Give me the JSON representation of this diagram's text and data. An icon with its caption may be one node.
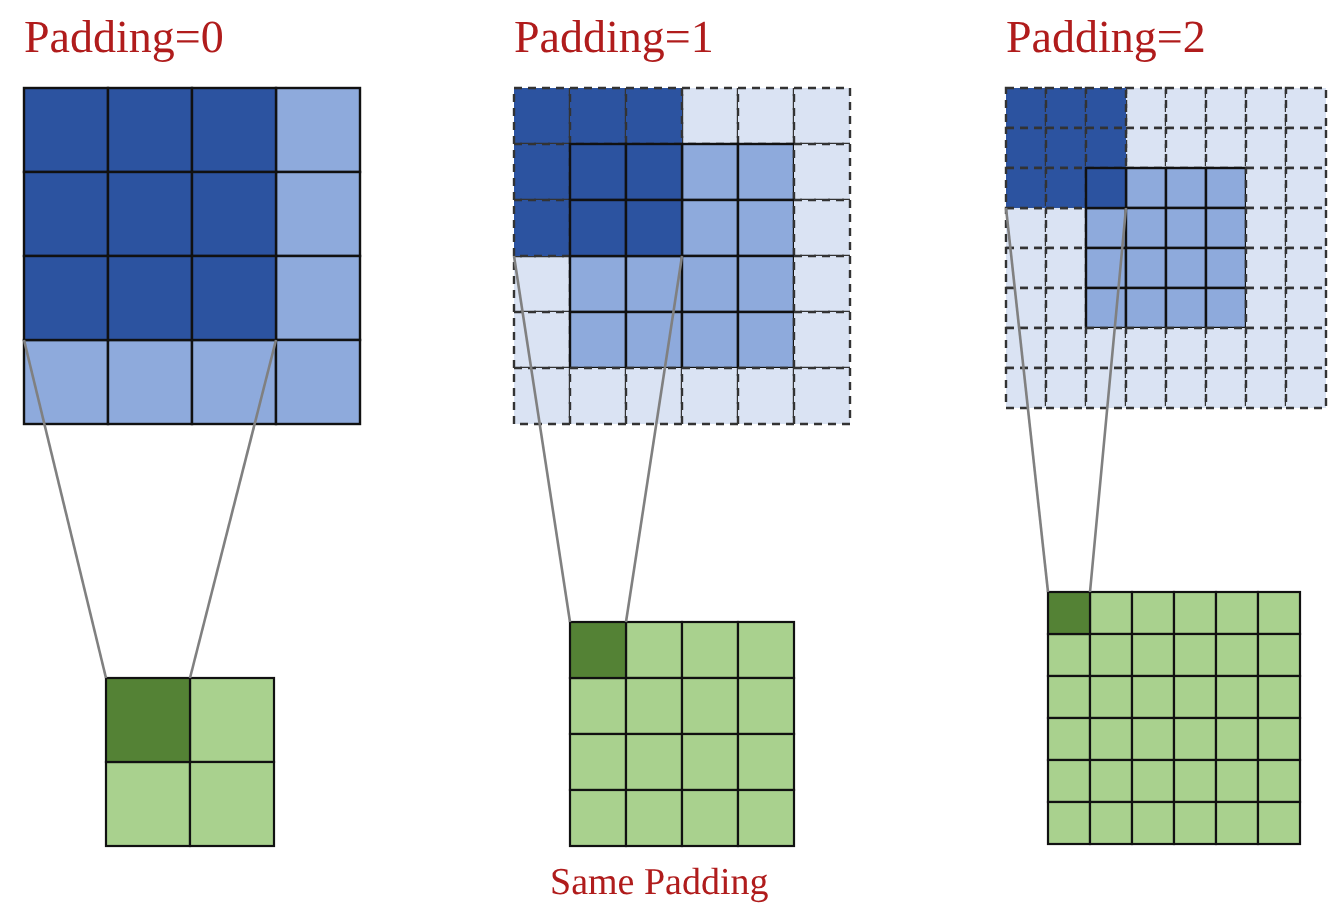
{
  "diagram": {
    "nodes": [
      {
        "text": [],
        "shape": "box",
        "beside": [
          "Padding=0"
        ]
      },
      {
        "text": [],
        "shape": "box",
        "in": 0
      },
      {
        "text": [],
        "shape": "box"
      },
      {
        "text": [],
        "shape": "box",
        "in": 2
      },
      {
        "text": [],
        "shape": "box",
        "beside": [
          "Padding=1"
        ]
      },
      {
        "text": [],
        "shape": "box",
        "in": 4
      },
      {
        "text": [],
        "shape": "box"
      },
      {
        "text": [],
        "shape": "box",
        "in": 6
      },
      {
        "text": [],
        "shape": "box",
        "beside": [
          "Padding=2"
        ]
      },
      {
        "text": [],
        "shape": "box",
        "in": 8
      },
      {
        "text": [],
        "shape": "box"
      },
      {
        "text": [],
        "shape": "box",
        "in": 10
      }
    ],
    "edges": [
      {
        "from": 1,
        "to": 3,
        "arrow": "none"
      },
      {
        "from": 1,
        "to": 3,
        "arrow": "none"
      },
      {
        "from": 5,
        "to": 7,
        "arrow": "none"
      },
      {
        "from": 5,
        "to": 7,
        "arrow": "none"
      },
      {
        "from": 9,
        "to": 11,
        "arrow": "none"
      },
      {
        "from": 9,
        "to": 11,
        "arrow": "none"
      }
    ],
    "labels": [
      "Same Padding"
    ]
  }
}
